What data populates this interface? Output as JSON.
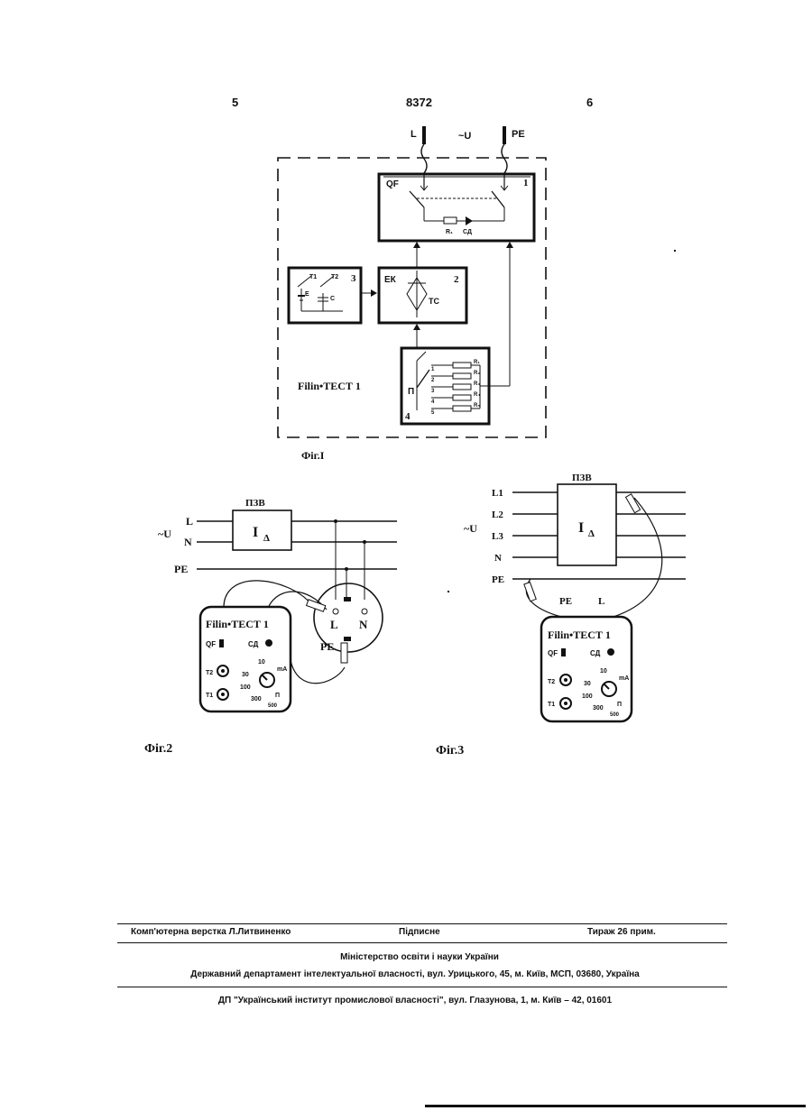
{
  "header": {
    "page_left": "5",
    "patent_number": "8372",
    "page_right": "6"
  },
  "fig1": {
    "caption": "Фіг.І",
    "input_L": "L",
    "input_U": "~U",
    "input_PE": "PE",
    "block1": {
      "label": "QF",
      "number": "1",
      "r_label": "R₁",
      "led_label": "СД"
    },
    "block2": {
      "label": "ЕК",
      "number": "2",
      "tc_label": "ТС"
    },
    "block3": {
      "t1": "Т1",
      "t2": "Т2",
      "number": "3",
      "e_label": "Е",
      "c_label": "С"
    },
    "block4": {
      "switch_label": "П",
      "number": "4",
      "resistors": [
        "R₁",
        "R₂",
        "R₃",
        "R₄",
        "R₅"
      ],
      "positions": [
        "1",
        "2",
        "3",
        "4",
        "5"
      ]
    },
    "device_name": "Filin•ТЕСТ 1"
  },
  "fig2": {
    "caption": "Фіг.2",
    "rcd_label": "ПЗВ",
    "rcd_symbol": "I",
    "rcd_sub": "Δ",
    "voltage": "~U",
    "lines": [
      "L",
      "N",
      "PE"
    ],
    "socket_L": "L",
    "socket_N": "N",
    "socket_PE": "PE",
    "device": {
      "name": "Filin•ТЕСТ 1",
      "qf": "QF",
      "led": "СД",
      "t2": "Т2",
      "t1": "Т1",
      "dial": [
        "10",
        "30",
        "100",
        "300",
        "П",
        "500"
      ],
      "unit": "mA"
    }
  },
  "fig3": {
    "caption": "Фіг.3",
    "rcd_label": "ПЗВ",
    "rcd_symbol": "I",
    "rcd_sub": "Δ",
    "voltage": "~U",
    "lines": [
      "L1",
      "L2",
      "L3",
      "N",
      "PE"
    ],
    "lead_PE": "PE",
    "lead_L": "L",
    "device": {
      "name": "Filin•ТЕСТ 1",
      "qf": "QF",
      "led": "СД",
      "t2": "Т2",
      "t1": "Т1",
      "dial": [
        "10",
        "30",
        "100",
        "300",
        "П",
        "500"
      ],
      "unit": "mA"
    }
  },
  "footer": {
    "layout": "Комп'ютерна верстка Л.Литвиненко",
    "signed": "Підписне",
    "circulation": "Тираж 26 прим.",
    "ministry": "Міністерство освіти і науки України",
    "department": "Державний департамент інтелектуальної власності, вул. Урицького, 45, м. Київ, МСП, 03680, Україна",
    "institute": "ДП \"Український інститут промислової власності\", вул. Глазунова, 1, м. Київ – 42, 01601"
  }
}
